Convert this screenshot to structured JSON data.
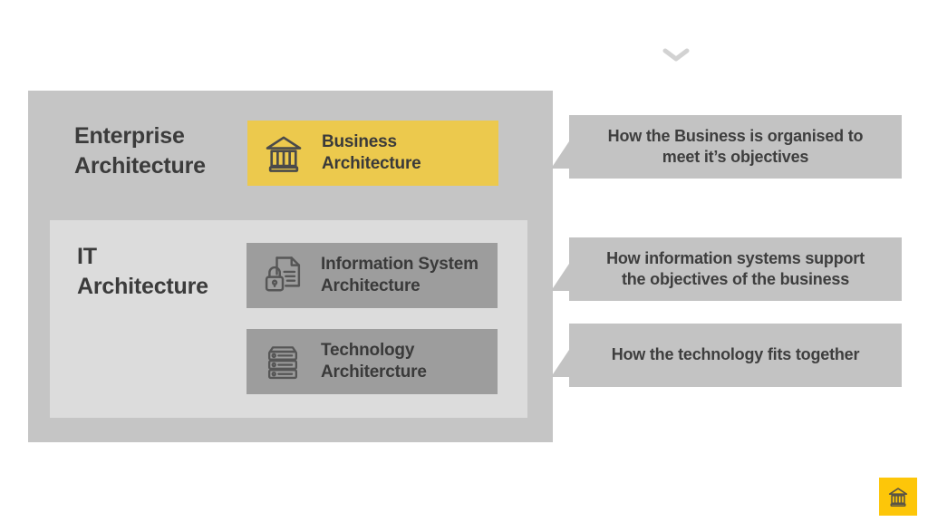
{
  "slide": {
    "background": "#ffffff",
    "watermark": {
      "icon": "chevron-down-icon",
      "color": "#cbcbcb"
    }
  },
  "diagram": {
    "enterprise_box": {
      "label": "Enterprise\nArchitecture",
      "bg": "#c5c5c5"
    },
    "business_item": {
      "label": "Business\nArchitecture",
      "icon": "bank-icon",
      "bg": "#ecc94d"
    },
    "it_box": {
      "label": "IT\nArchitecture",
      "bg": "#dcdcdc"
    },
    "info_item": {
      "label": "Information System\nArchitecture",
      "icon": "document-lock-icon",
      "bg": "#9d9d9d"
    },
    "tech_item": {
      "label": "Technology\nArchitercture",
      "icon": "server-stack-icon",
      "bg": "#9d9d9d"
    }
  },
  "callouts": [
    {
      "text": "How the Business is organised to\nmeet it’s objectives"
    },
    {
      "text": "How information systems support\nthe objectives of the business"
    },
    {
      "text": "How the technology fits together"
    }
  ],
  "footer_badge": {
    "icon": "bank-icon",
    "bg": "#fdc609"
  },
  "colors": {
    "outer_box": "#c5c5c5",
    "inner_box": "#dcdcdc",
    "dark_tile": "#9d9d9d",
    "yellow_tile": "#ecc94d",
    "badge_yellow": "#fdc609",
    "callout_gray": "#c3c3c3",
    "text_dark": "#3b3b3b",
    "icon_stroke": "#4f4f4f"
  }
}
